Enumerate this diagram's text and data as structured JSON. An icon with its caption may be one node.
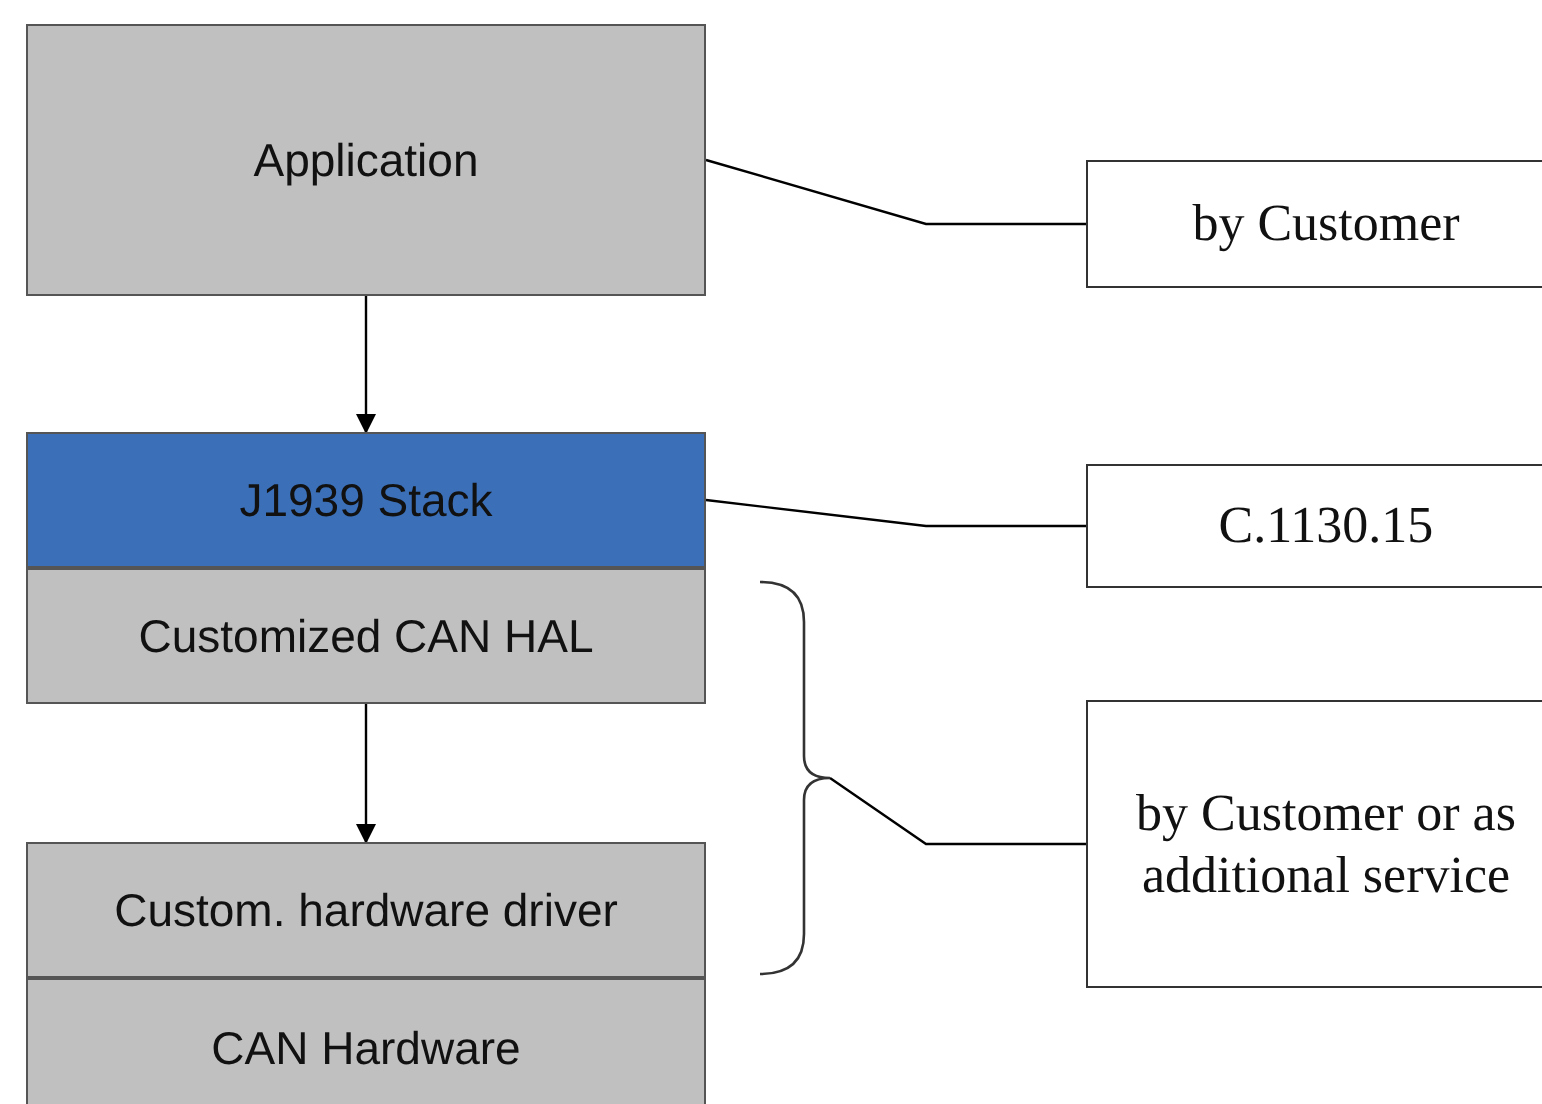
{
  "diagram": {
    "nodes": [
      {
        "text": [
          "Application"
        ]
      },
      {
        "text": [
          "by Customer"
        ]
      },
      {
        "text": [
          "J1939 Stack"
        ]
      },
      {
        "text": [
          "C.1130.15"
        ]
      },
      {
        "text": [
          "Customized CAN HAL"
        ]
      },
      {
        "text": [],
        "shape": "bracket"
      },
      {
        "text": [
          "by Customer or as additional service"
        ]
      },
      {
        "text": [
          "Custom. hardware driver"
        ]
      },
      {
        "text": [
          "CAN Hardware"
        ]
      }
    ],
    "edges": [
      {
        "from": 0,
        "to": 2,
        "arrow": "to"
      },
      {
        "from": 1,
        "to": 0,
        "arrow": "none"
      },
      {
        "from": 3,
        "to": 2,
        "arrow": "none"
      },
      {
        "from": 4,
        "to": 7,
        "arrow": "to"
      },
      {
        "from": 6,
        "to": 5,
        "arrow": "none"
      }
    ]
  }
}
